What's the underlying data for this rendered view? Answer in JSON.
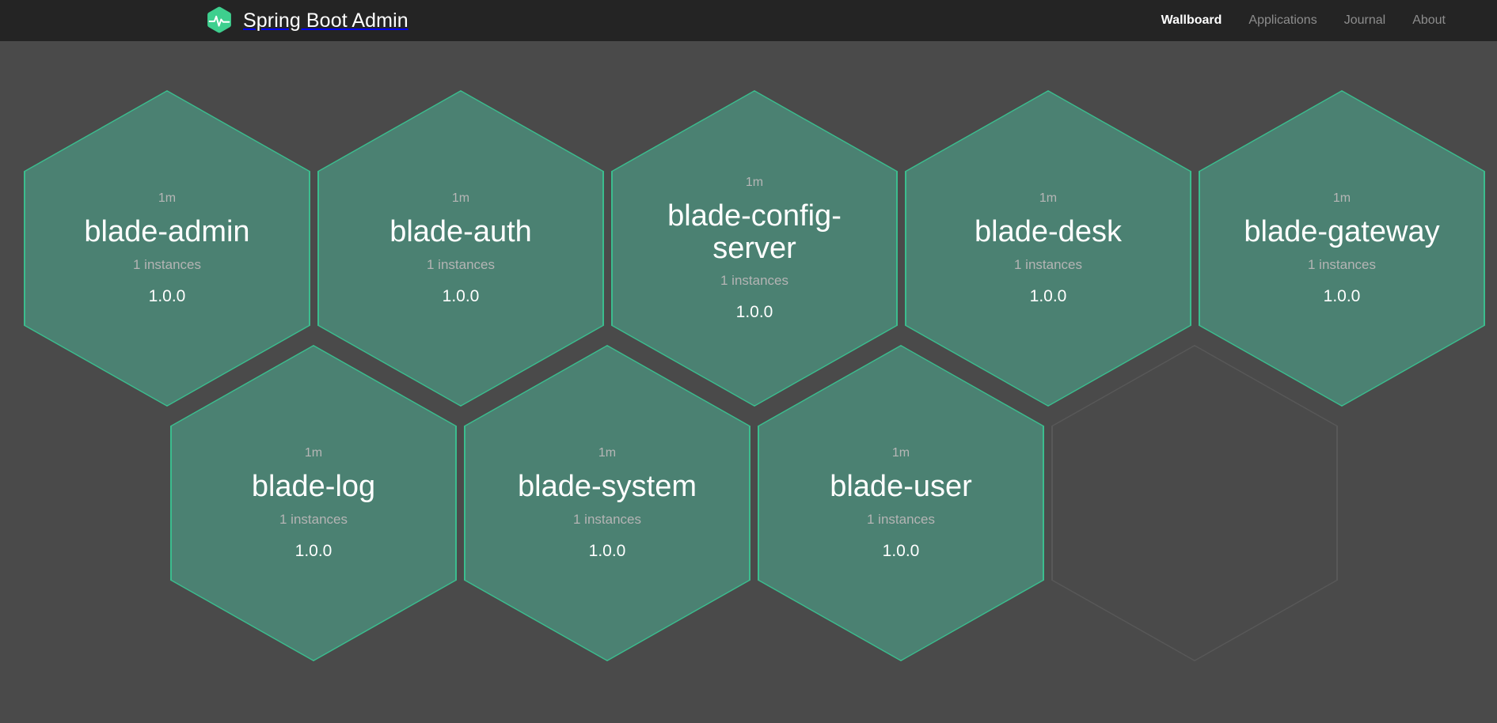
{
  "app": {
    "brand_title": "Spring Boot Admin",
    "logo_icon": "heartbeat-hexagon-logo",
    "accent_color": "#3ecf8e",
    "header_bg": "#242424",
    "page_bg": "#4a4a4a",
    "hex_fill": "#4b8172",
    "hex_border": "#3bbd8e",
    "empty_hex_border": "#585858"
  },
  "nav": {
    "items": [
      {
        "label": "Wallboard",
        "active": true,
        "name": "nav-link-wallboard"
      },
      {
        "label": "Applications",
        "active": false,
        "name": "nav-link-applications"
      },
      {
        "label": "Journal",
        "active": false,
        "name": "nav-link-journal"
      },
      {
        "label": "About",
        "active": false,
        "name": "nav-link-about"
      }
    ]
  },
  "wallboard": {
    "rows": [
      {
        "applications": [
          {
            "uptime": "1m",
            "name": "blade-admin",
            "instances": "1 instances",
            "version": "1.0.0",
            "empty": false
          },
          {
            "uptime": "1m",
            "name": "blade-auth",
            "instances": "1 instances",
            "version": "1.0.0",
            "empty": false
          },
          {
            "uptime": "1m",
            "name": "blade-config-server",
            "instances": "1 instances",
            "version": "1.0.0",
            "empty": false
          },
          {
            "uptime": "1m",
            "name": "blade-desk",
            "instances": "1 instances",
            "version": "1.0.0",
            "empty": false
          },
          {
            "uptime": "1m",
            "name": "blade-gateway",
            "instances": "1 instances",
            "version": "1.0.0",
            "empty": false
          }
        ]
      },
      {
        "applications": [
          {
            "uptime": "1m",
            "name": "blade-log",
            "instances": "1 instances",
            "version": "1.0.0",
            "empty": false
          },
          {
            "uptime": "1m",
            "name": "blade-system",
            "instances": "1 instances",
            "version": "1.0.0",
            "empty": false
          },
          {
            "uptime": "1m",
            "name": "blade-user",
            "instances": "1 instances",
            "version": "1.0.0",
            "empty": false
          },
          {
            "uptime": "",
            "name": "",
            "instances": "",
            "version": "",
            "empty": true
          }
        ]
      }
    ]
  }
}
